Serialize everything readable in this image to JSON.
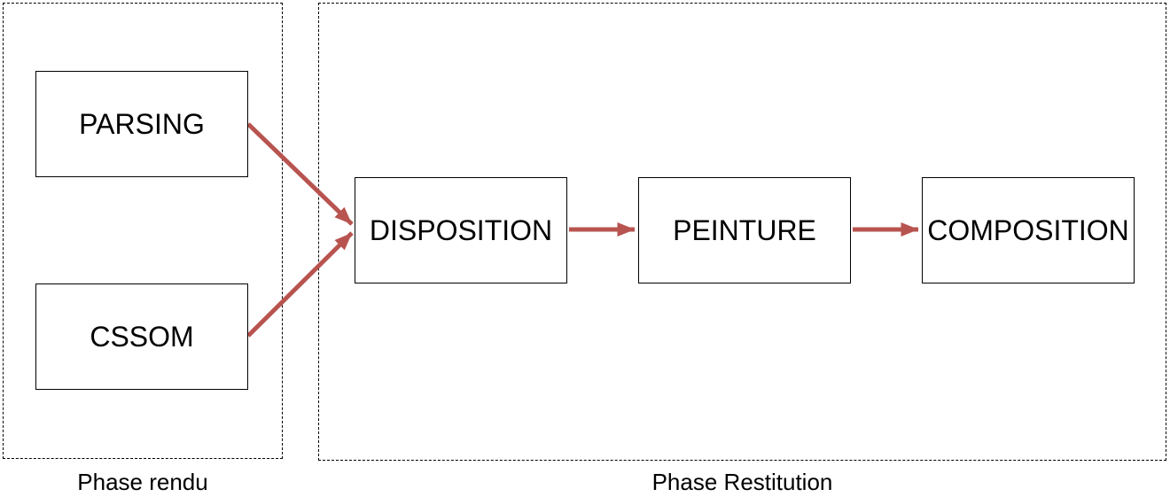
{
  "diagram": {
    "containers": [
      {
        "id": "phase-rendu",
        "label": "Phase rendu",
        "nodes": [
          {
            "label": "PARSING"
          },
          {
            "label": "CSSOM"
          }
        ]
      },
      {
        "id": "phase-restitution",
        "label": "Phase Restitution",
        "nodes": [
          {
            "label": "DISPOSITION"
          },
          {
            "label": "PEINTURE"
          },
          {
            "label": "COMPOSITION"
          }
        ]
      }
    ],
    "edges": [
      {
        "from": "PARSING",
        "to": "DISPOSITION"
      },
      {
        "from": "CSSOM",
        "to": "DISPOSITION"
      },
      {
        "from": "DISPOSITION",
        "to": "PEINTURE"
      },
      {
        "from": "PEINTURE",
        "to": "COMPOSITION"
      }
    ],
    "colors": {
      "arrow": "#b85450",
      "node_border": "#000000",
      "node_fill": "#ffffff",
      "container_border": "#000000",
      "text": "#000000",
      "background": "#ffffff"
    }
  }
}
